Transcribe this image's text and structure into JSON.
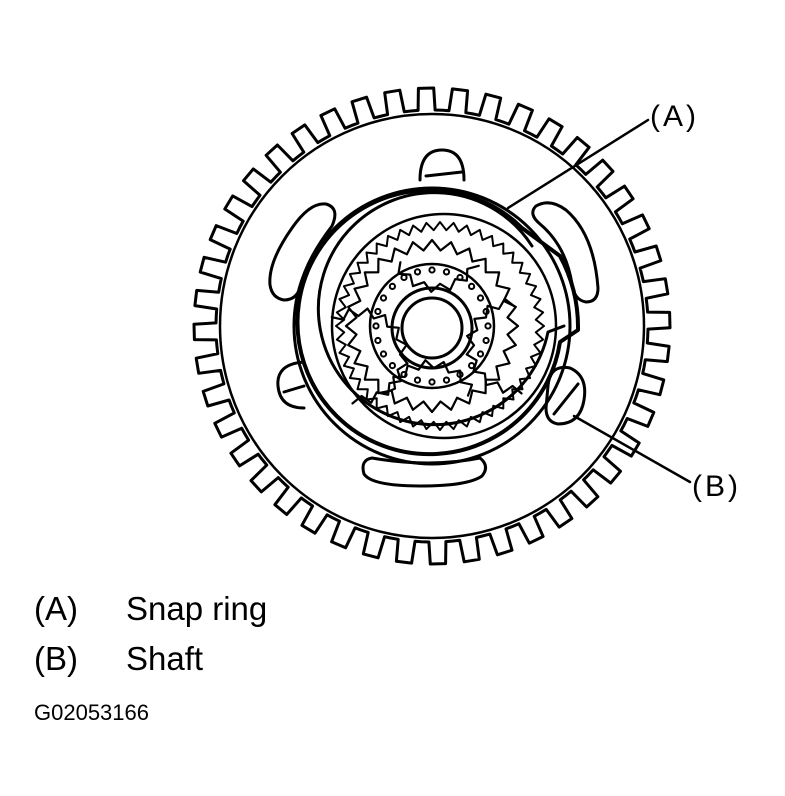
{
  "callouts": {
    "a": "(A)",
    "b": "(B)"
  },
  "legend": [
    {
      "key": "(A)",
      "text": "Snap ring"
    },
    {
      "key": "(B)",
      "text": "Shaft"
    }
  ],
  "figure_id": "G02053166",
  "colors": {
    "line": "#000000",
    "background": "#ffffff"
  }
}
